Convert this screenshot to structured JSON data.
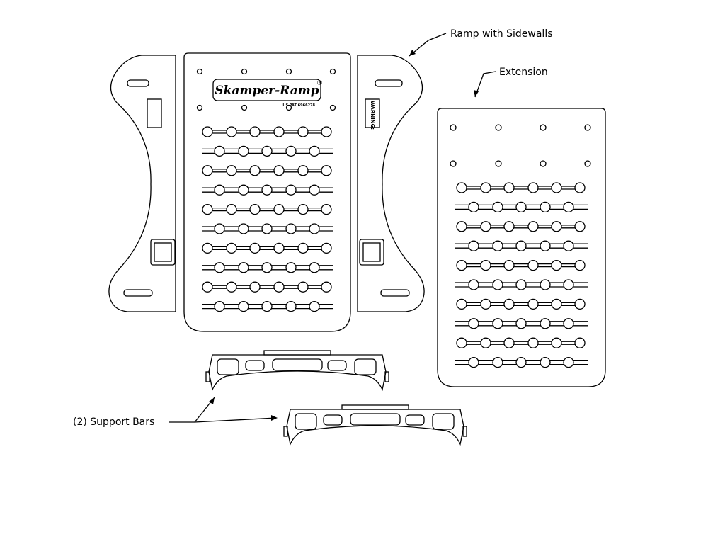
{
  "labels": {
    "ramp": "Ramp with Sidewalls",
    "extension": "Extension",
    "support_bars": "(2) Support Bars"
  },
  "logo": {
    "brand": "Skamper-Ramp",
    "registered": "®",
    "patent": "US PAT 6966278"
  },
  "warning_label": "WARNING:",
  "line_color": "#000000",
  "background": "#ffffff"
}
